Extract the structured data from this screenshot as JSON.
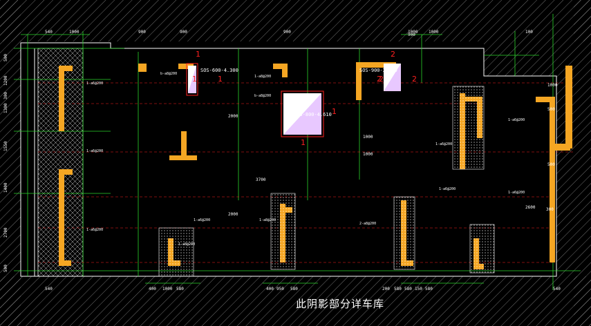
{
  "caption": "此阴影部分详车库",
  "colors": {
    "background": "#000000",
    "wall": "#f5a623",
    "axis": "#ff2020",
    "dimension": "#2bd62b",
    "grid": "#ffffff",
    "opening": "#e8c8ff"
  },
  "opening_labels": [
    "SOS-600-4.300",
    "SOS-900-2.800",
    "SOS-800-4.610"
  ],
  "top_dimensions": [
    "540",
    "1000",
    "900",
    "900",
    "900",
    "1000",
    "1000",
    "100"
  ],
  "bottom_dimensions": [
    "540",
    "400",
    "1000",
    "580",
    "400",
    "950",
    "580",
    "200",
    "580",
    "580",
    "150",
    "580",
    "540"
  ],
  "left_dimensions": [
    "500",
    "1200",
    "300",
    "1300",
    "1550",
    "1400",
    "2700",
    "500"
  ],
  "right_dimensions": [
    "1000",
    "500",
    "500",
    "300"
  ],
  "inner_dimensions": [
    "2000",
    "2000",
    "3700",
    "2600",
    "1000",
    "900",
    "1000"
  ],
  "rebar_notes": [
    "1-a6@200",
    "1-a8@200",
    "b-a8@200",
    "2-a8@200"
  ],
  "section_tags": [
    "1",
    "2"
  ]
}
